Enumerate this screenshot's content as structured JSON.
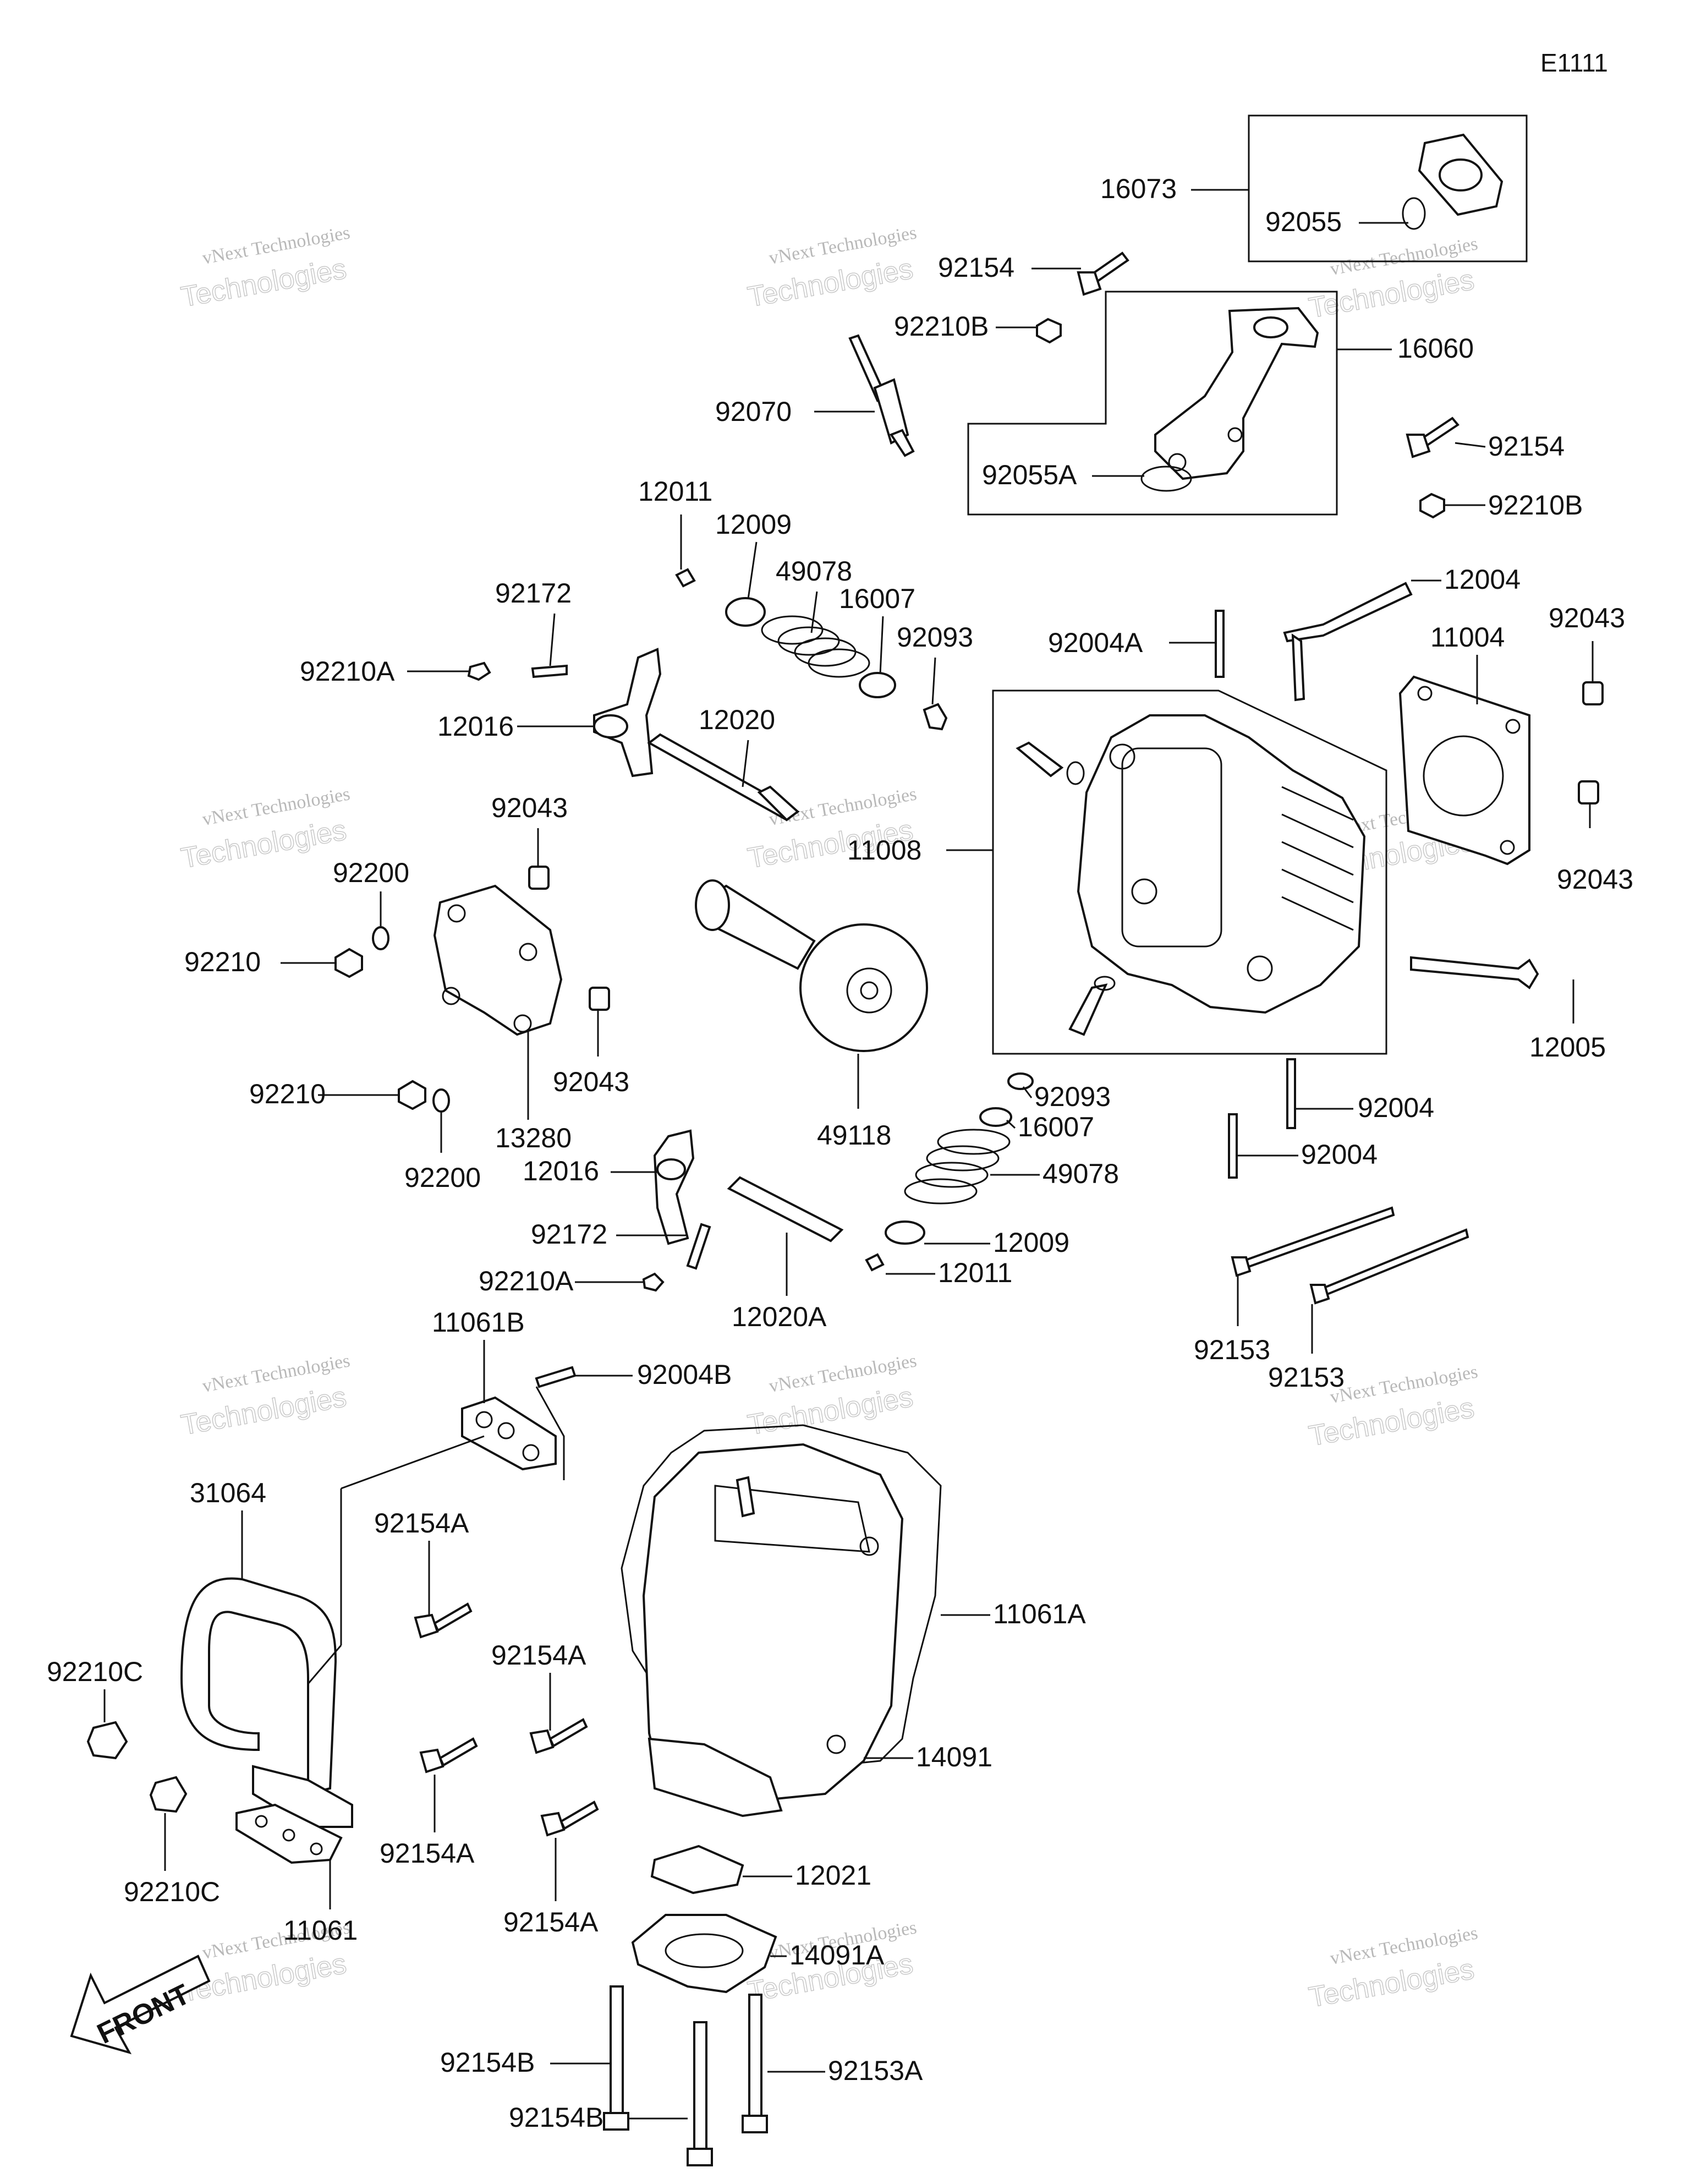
{
  "diagram_code": "E1111",
  "front_label": "FRONT",
  "watermark": {
    "line1": "vNext Technologies",
    "line2": "Technologies"
  },
  "parts": [
    {
      "id": "p0",
      "number": "16073"
    },
    {
      "id": "p1",
      "number": "92055"
    },
    {
      "id": "p2",
      "number": "92154"
    },
    {
      "id": "p3",
      "number": "92210B"
    },
    {
      "id": "p4",
      "number": "16060"
    },
    {
      "id": "p5",
      "number": "92070"
    },
    {
      "id": "p6",
      "number": "92154"
    },
    {
      "id": "p7",
      "number": "92055A"
    },
    {
      "id": "p8",
      "number": "92210B"
    },
    {
      "id": "p9",
      "number": "12011"
    },
    {
      "id": "p10",
      "number": "12009"
    },
    {
      "id": "p11",
      "number": "49078"
    },
    {
      "id": "p12",
      "number": "16007"
    },
    {
      "id": "p13",
      "number": "92172"
    },
    {
      "id": "p14",
      "number": "12004"
    },
    {
      "id": "p15",
      "number": "92043"
    },
    {
      "id": "p16",
      "number": "92093"
    },
    {
      "id": "p17",
      "number": "92004A"
    },
    {
      "id": "p18",
      "number": "11004"
    },
    {
      "id": "p19",
      "number": "92210A"
    },
    {
      "id": "p20",
      "number": "12020"
    },
    {
      "id": "p21",
      "number": "12016"
    },
    {
      "id": "p22",
      "number": "92043"
    },
    {
      "id": "p23",
      "number": "11008"
    },
    {
      "id": "p24",
      "number": "92200"
    },
    {
      "id": "p25",
      "number": "92043"
    },
    {
      "id": "p26",
      "number": "92210"
    },
    {
      "id": "p27",
      "number": "12005"
    },
    {
      "id": "p28",
      "number": "92043"
    },
    {
      "id": "p29",
      "number": "92210"
    },
    {
      "id": "p30",
      "number": "92093"
    },
    {
      "id": "p31",
      "number": "92004"
    },
    {
      "id": "p32",
      "number": "13280"
    },
    {
      "id": "p33",
      "number": "49118"
    },
    {
      "id": "p34",
      "number": "16007"
    },
    {
      "id": "p35",
      "number": "92200"
    },
    {
      "id": "p36",
      "number": "92004"
    },
    {
      "id": "p37",
      "number": "12016"
    },
    {
      "id": "p38",
      "number": "49078"
    },
    {
      "id": "p39",
      "number": "92172"
    },
    {
      "id": "p40",
      "number": "12009"
    },
    {
      "id": "p41",
      "number": "92210A"
    },
    {
      "id": "p42",
      "number": "12011"
    },
    {
      "id": "p43",
      "number": "12020A"
    },
    {
      "id": "p44",
      "number": "92153"
    },
    {
      "id": "p45",
      "number": "92153"
    },
    {
      "id": "p46",
      "number": "11061B"
    },
    {
      "id": "p47",
      "number": "92004B"
    },
    {
      "id": "p48",
      "number": "31064"
    },
    {
      "id": "p49",
      "number": "92154A"
    },
    {
      "id": "p50",
      "number": "11061A"
    },
    {
      "id": "p51",
      "number": "92210C"
    },
    {
      "id": "p52",
      "number": "92154A"
    },
    {
      "id": "p53",
      "number": "14091"
    },
    {
      "id": "p54",
      "number": "92154A"
    },
    {
      "id": "p55",
      "number": "92210C"
    },
    {
      "id": "p56",
      "number": "12021"
    },
    {
      "id": "p57",
      "number": "92154A"
    },
    {
      "id": "p58",
      "number": "11061"
    },
    {
      "id": "p59",
      "number": "14091A"
    },
    {
      "id": "p60",
      "number": "92154B"
    },
    {
      "id": "p61",
      "number": "92153A"
    },
    {
      "id": "p62",
      "number": "92154B"
    }
  ]
}
